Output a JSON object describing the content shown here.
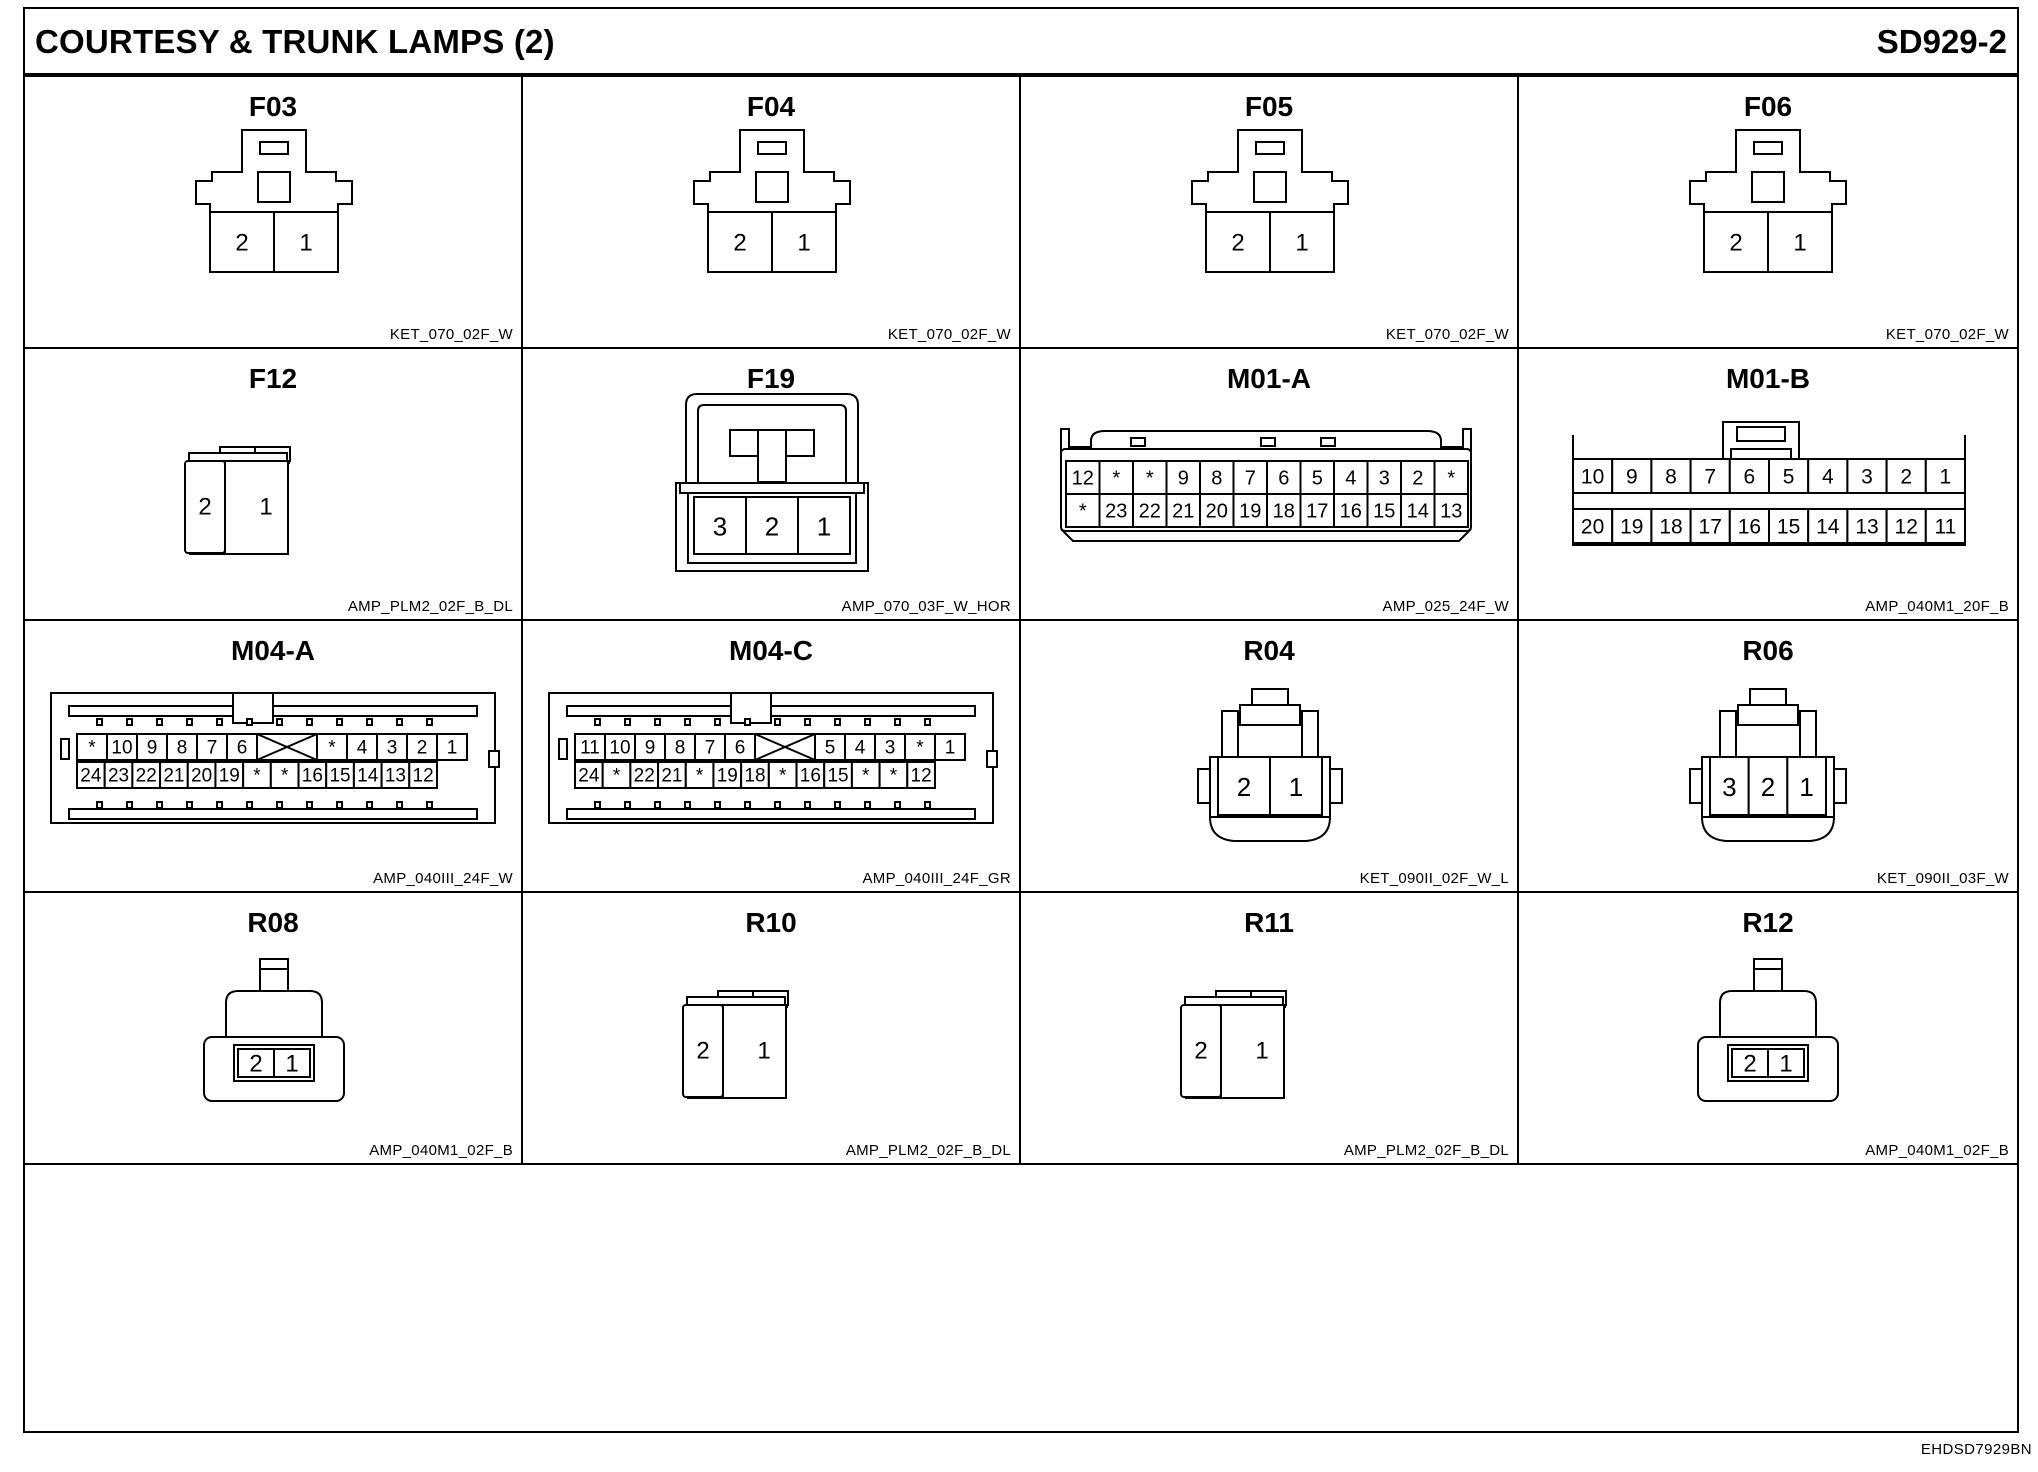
{
  "header": {
    "title": "COURTESY & TRUNK LAMPS (2)",
    "code": "SD929-2"
  },
  "footer": {
    "doc_id": "EHDSD7929BN"
  },
  "connectors": [
    {
      "name": "F03",
      "type": "KET_070_02F_W",
      "shape": "ket-2",
      "pins": [
        "2",
        "1"
      ]
    },
    {
      "name": "F04",
      "type": "KET_070_02F_W",
      "shape": "ket-2",
      "pins": [
        "2",
        "1"
      ]
    },
    {
      "name": "F05",
      "type": "KET_070_02F_W",
      "shape": "ket-2",
      "pins": [
        "2",
        "1"
      ]
    },
    {
      "name": "F06",
      "type": "KET_070_02F_W",
      "shape": "ket-2",
      "pins": [
        "2",
        "1"
      ]
    },
    {
      "name": "F12",
      "type": "AMP_PLM2_02F_B_DL",
      "shape": "plm-2",
      "pins": [
        "2",
        "1"
      ]
    },
    {
      "name": "F19",
      "type": "AMP_070_03F_W_HOR",
      "shape": "amp-3",
      "pins": [
        "3",
        "2",
        "1"
      ]
    },
    {
      "name": "M01-A",
      "type": "AMP_025_24F_W",
      "shape": "amp-24",
      "rows": [
        [
          "12",
          "*",
          "*",
          "9",
          "8",
          "7",
          "6",
          "5",
          "4",
          "3",
          "2",
          "*"
        ],
        [
          "*",
          "23",
          "22",
          "21",
          "20",
          "19",
          "18",
          "17",
          "16",
          "15",
          "14",
          "13"
        ]
      ]
    },
    {
      "name": "M01-B",
      "type": "AMP_040M1_20F_B",
      "shape": "amp-20",
      "rows": [
        [
          "10",
          "9",
          "8",
          "7",
          "6",
          "5",
          "4",
          "3",
          "2",
          "1"
        ],
        [
          "20",
          "19",
          "18",
          "17",
          "16",
          "15",
          "14",
          "13",
          "12",
          "11"
        ]
      ]
    },
    {
      "name": "M04-A",
      "type": "AMP_040III_24F_W",
      "shape": "amp-24x",
      "rows": [
        [
          "*",
          "10",
          "9",
          "8",
          "7",
          "6",
          "X",
          "*",
          "4",
          "3",
          "2",
          "1"
        ],
        [
          "24",
          "23",
          "22",
          "21",
          "20",
          "19",
          "*",
          "*",
          "16",
          "15",
          "14",
          "13",
          "12"
        ]
      ]
    },
    {
      "name": "M04-C",
      "type": "AMP_040III_24F_GR",
      "shape": "amp-24x",
      "rows": [
        [
          "11",
          "10",
          "9",
          "8",
          "7",
          "6",
          "X",
          "5",
          "4",
          "3",
          "*",
          "1"
        ],
        [
          "24",
          "*",
          "22",
          "21",
          "*",
          "19",
          "18",
          "*",
          "16",
          "15",
          "*",
          "*",
          "12"
        ]
      ]
    },
    {
      "name": "R04",
      "type": "KET_090II_02F_W_L",
      "shape": "ket90-2",
      "pins": [
        "2",
        "1"
      ]
    },
    {
      "name": "R06",
      "type": "KET_090II_03F_W",
      "shape": "ket90-3",
      "pins": [
        "3",
        "2",
        "1"
      ]
    },
    {
      "name": "R08",
      "type": "AMP_040M1_02F_B",
      "shape": "m1-2",
      "pins": [
        "2",
        "1"
      ]
    },
    {
      "name": "R10",
      "type": "AMP_PLM2_02F_B_DL",
      "shape": "plm-2",
      "pins": [
        "2",
        "1"
      ]
    },
    {
      "name": "R11",
      "type": "AMP_PLM2_02F_B_DL",
      "shape": "plm-2",
      "pins": [
        "2",
        "1"
      ]
    },
    {
      "name": "R12",
      "type": "AMP_040M1_02F_B",
      "shape": "m1-2",
      "pins": [
        "2",
        "1"
      ]
    }
  ]
}
